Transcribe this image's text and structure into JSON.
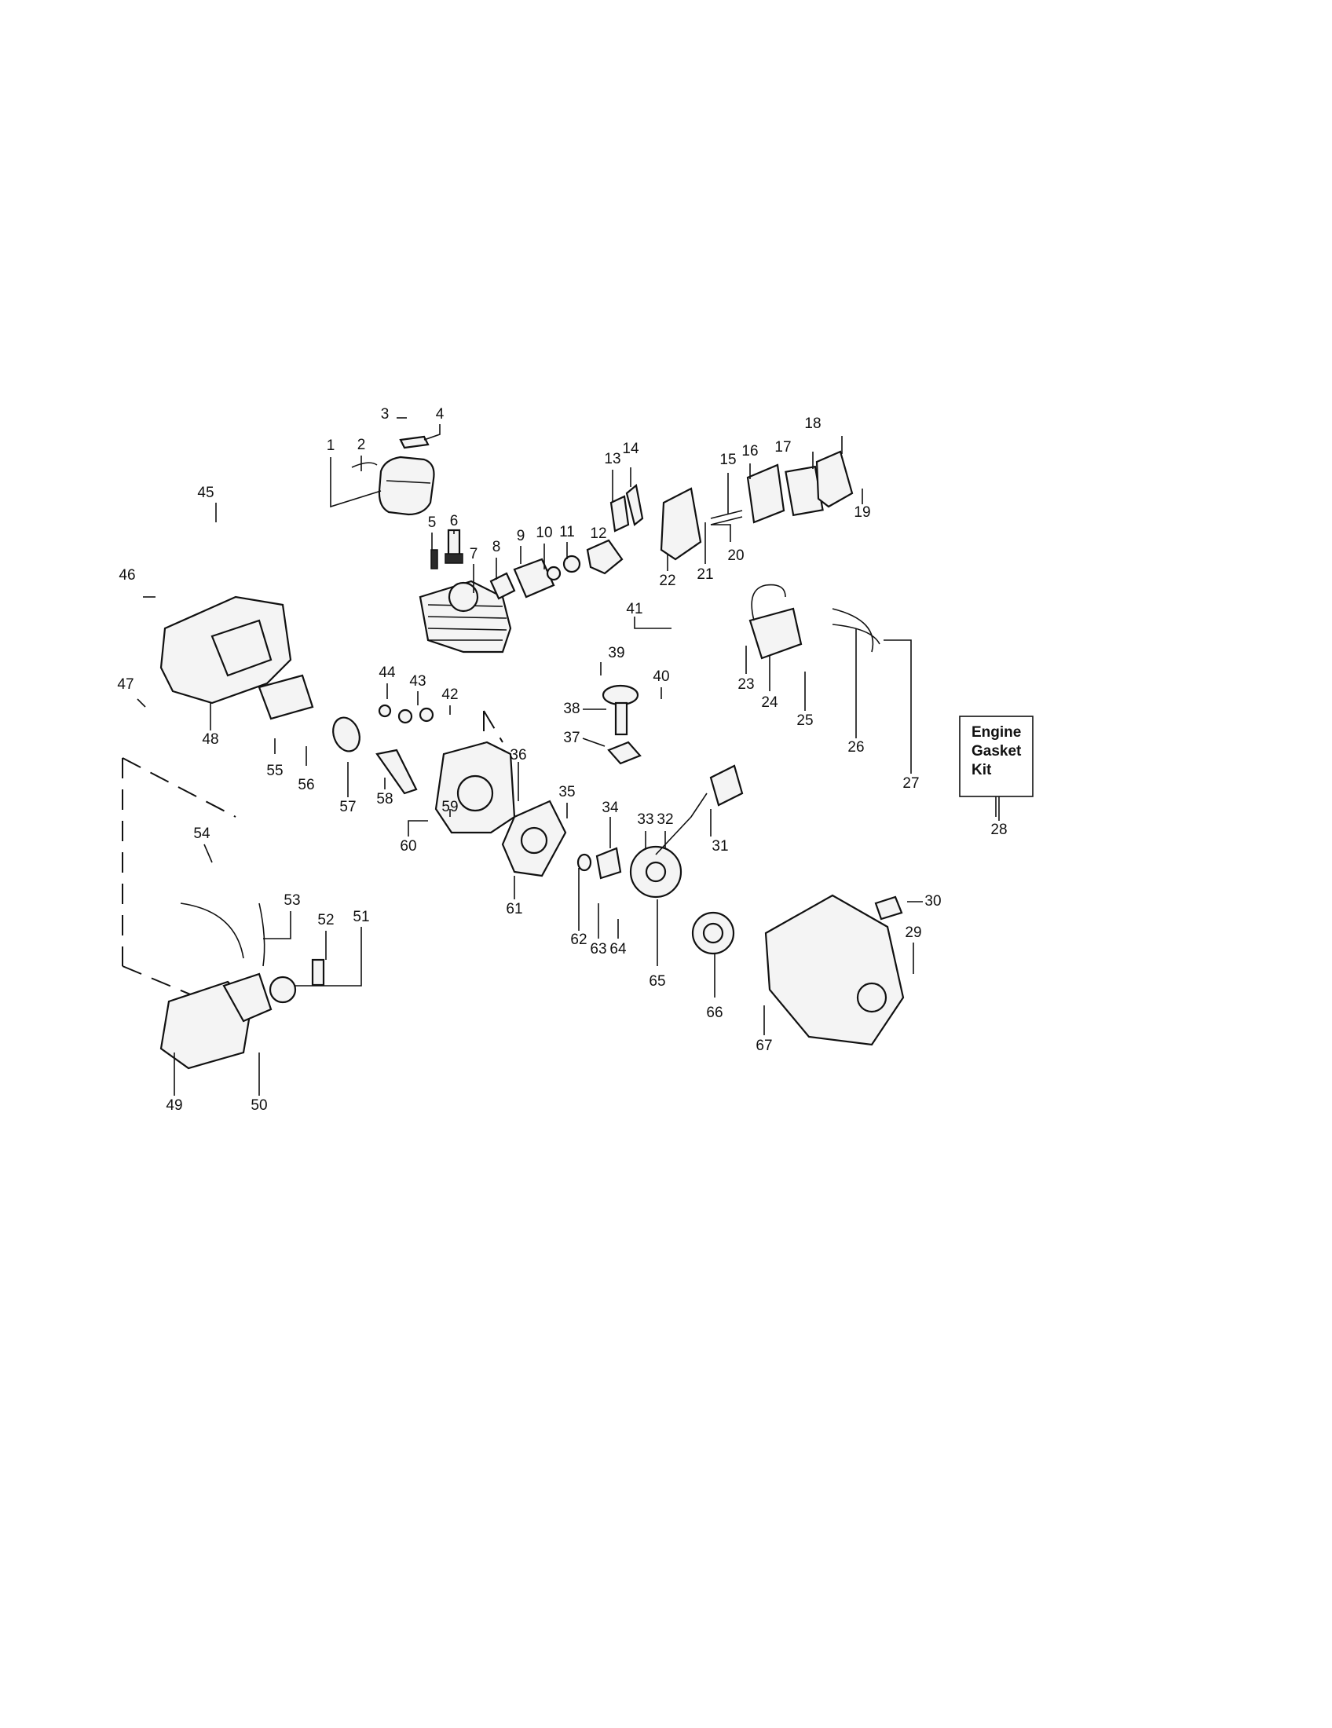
{
  "part_labels": [
    "1",
    "2",
    "3",
    "4",
    "5",
    "6",
    "7",
    "8",
    "9",
    "10",
    "11",
    "12",
    "13",
    "14",
    "15",
    "16",
    "17",
    "18",
    "19",
    "20",
    "21",
    "22",
    "23",
    "24",
    "25",
    "26",
    "27",
    "28",
    "29",
    "30",
    "31",
    "32",
    "33",
    "34",
    "35",
    "36",
    "37",
    "38",
    "39",
    "40",
    "41",
    "42",
    "43",
    "44",
    "45",
    "46",
    "47",
    "48",
    "49",
    "50",
    "51",
    "52",
    "53",
    "54",
    "55",
    "56",
    "57",
    "58",
    "59",
    "60",
    "61",
    "62",
    "63",
    "64",
    "65",
    "66",
    "67"
  ],
  "kit_box": {
    "lines": [
      "Engine",
      "Gasket",
      "Kit"
    ]
  },
  "colors": {
    "ink": "#111111",
    "paper": "#ffffff",
    "fill": "#f4f4f4"
  }
}
